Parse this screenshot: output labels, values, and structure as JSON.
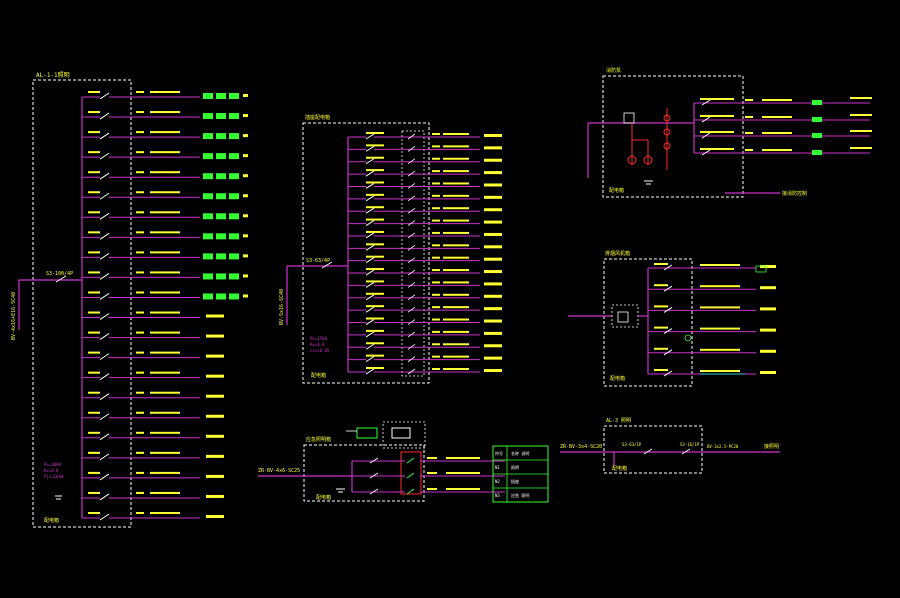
{
  "colors": {
    "background": "#000000",
    "bus_line": "#cc33cc",
    "wire": "#ffffff",
    "label": "#ffff33",
    "panel_border": "#ffffff",
    "breaker": "#ffffff",
    "device_green": "#33ff33",
    "accent_red": "#ff2a2a",
    "table_border": "#33ff33",
    "cyan": "#33cccc"
  },
  "panels": {
    "left_main": {
      "title": "AL-1-1照明",
      "feeder_label": "BV-4x16+E16-SC40",
      "main_breaker_label": "S3-100/4P",
      "circuits_with_devices": 11,
      "circuits_without_devices": 11,
      "footer": "配电箱"
    },
    "mid_top": {
      "title": "插座配电箱",
      "feeder_label": "BV-5x16-SC40",
      "main_breaker_label": "S3-63/4P",
      "circuit_count": 20,
      "footer": "配电箱"
    },
    "mid_bottom": {
      "title": "应急照明箱",
      "feeder_label": "ZR-BV-4x6-SC25",
      "circuit_count": 3,
      "footer": "配电箱"
    },
    "right_top": {
      "title": "消防泵",
      "circuit_count": 4,
      "note": "接消防控制",
      "footer": "配电箱"
    },
    "right_mid": {
      "title": "排烟风机箱",
      "circuit_count": 6,
      "footer": "配电箱"
    },
    "right_bottom": {
      "title": "AL-3 照明",
      "feeder_label": "ZR-BV-3x4-SC20",
      "outgoing_label": "接照明",
      "footer": "配电箱"
    }
  },
  "legend_table": {
    "rows": [
      [
        "符号",
        "名称 说明"
      ],
      [
        "N1",
        "照明"
      ],
      [
        "N2",
        "插座"
      ],
      [
        "N3",
        "应急 照明"
      ]
    ]
  }
}
